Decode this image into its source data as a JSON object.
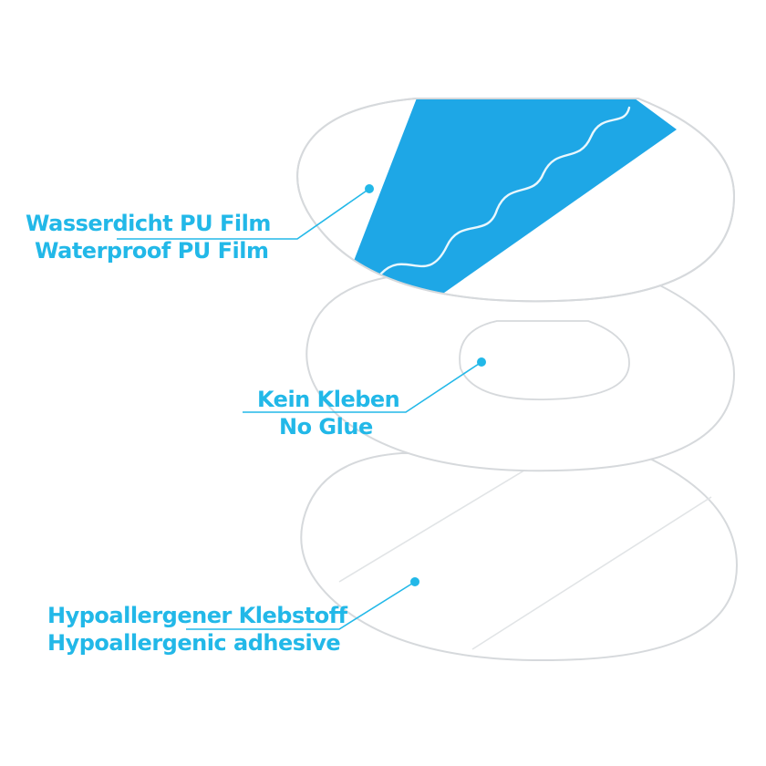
{
  "colors": {
    "accent": "#22b8e8",
    "film_blue": "#1ea7e6",
    "layer_outline": "#d6d9dc",
    "layer_fill": "#ffffff"
  },
  "labels": {
    "top": {
      "line1": "Wasserdicht PU Film",
      "line2": "Waterproof PU Film"
    },
    "middle": {
      "line1": "Kein Kleben",
      "line2": "No Glue"
    },
    "bottom": {
      "line1": "Hypoallergener Klebstoff",
      "line2": "Hypoallergenic adhesive"
    }
  }
}
